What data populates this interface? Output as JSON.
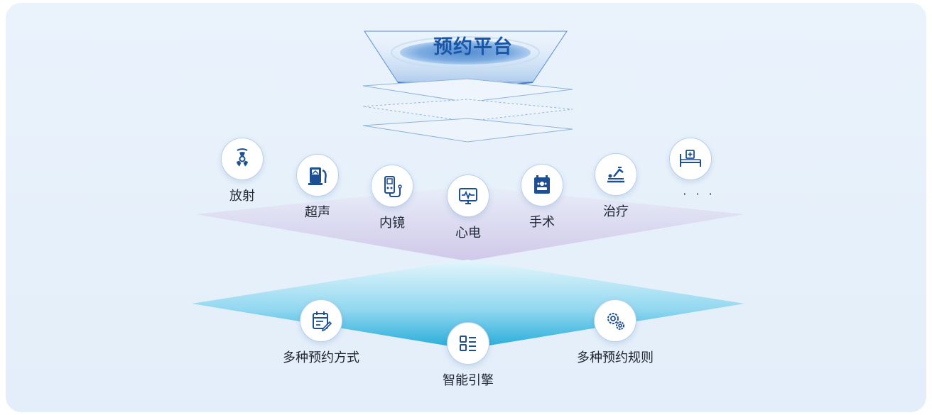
{
  "title": "预约平台",
  "departments": [
    {
      "label": "放射",
      "icon": "radiation-icon"
    },
    {
      "label": "超声",
      "icon": "ultrasound-machine-icon"
    },
    {
      "label": "内镜",
      "icon": "endoscope-icon"
    },
    {
      "label": "心电",
      "icon": "ecg-monitor-icon"
    },
    {
      "label": "手术",
      "icon": "surgery-icon"
    },
    {
      "label": "治疗",
      "icon": "treatment-icon"
    },
    {
      "label": "",
      "icon": "hospital-bed-icon"
    }
  ],
  "more_text": "· · ·",
  "engine": [
    {
      "label": "多种预约方式",
      "icon": "calendar-edit-icon"
    },
    {
      "label": "智能引擎",
      "icon": "layout-list-icon"
    },
    {
      "label": "多种预约规则",
      "icon": "gears-icon"
    }
  ],
  "colors": {
    "brand": "#1a56a8",
    "icon": "#1d4f92",
    "top_layer": "#d8d0ec",
    "bottom_layer": "#2fb3dd"
  }
}
